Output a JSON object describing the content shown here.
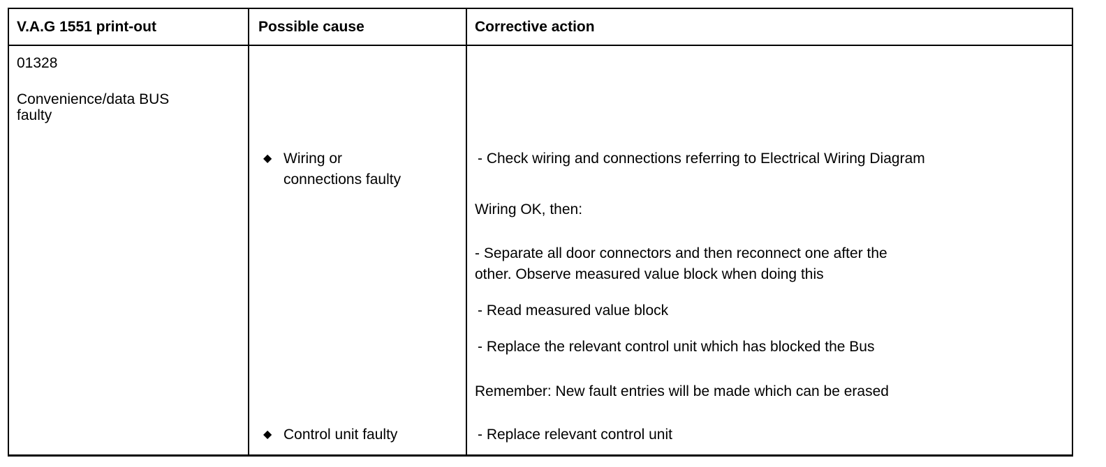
{
  "headers": {
    "col1": "V.A.G 1551 print-out",
    "col2": "Possible cause",
    "col3": "Corrective action"
  },
  "fault": {
    "code": "01328",
    "description_line1": "Convenience/data BUS",
    "description_line2": "faulty"
  },
  "causes": [
    {
      "bullet": "◆",
      "line1": "Wiring or",
      "line2": "connections faulty"
    },
    {
      "bullet": "◆",
      "line1": "Control unit faulty"
    }
  ],
  "actions": {
    "check_wiring": "- Check wiring and connections referring to Electrical Wiring Diagram",
    "wiring_ok": "Wiring OK, then:",
    "separate_line1": "- Separate all door connectors and then reconnect one after the",
    "separate_line2": "other. Observe measured value block when doing this",
    "read_block": "- Read measured value block",
    "replace_blocking": "- Replace the relevant control unit which has blocked the Bus",
    "remember": "Remember: New fault entries will be made which can be erased",
    "replace_relevant": "- Replace relevant control unit"
  }
}
